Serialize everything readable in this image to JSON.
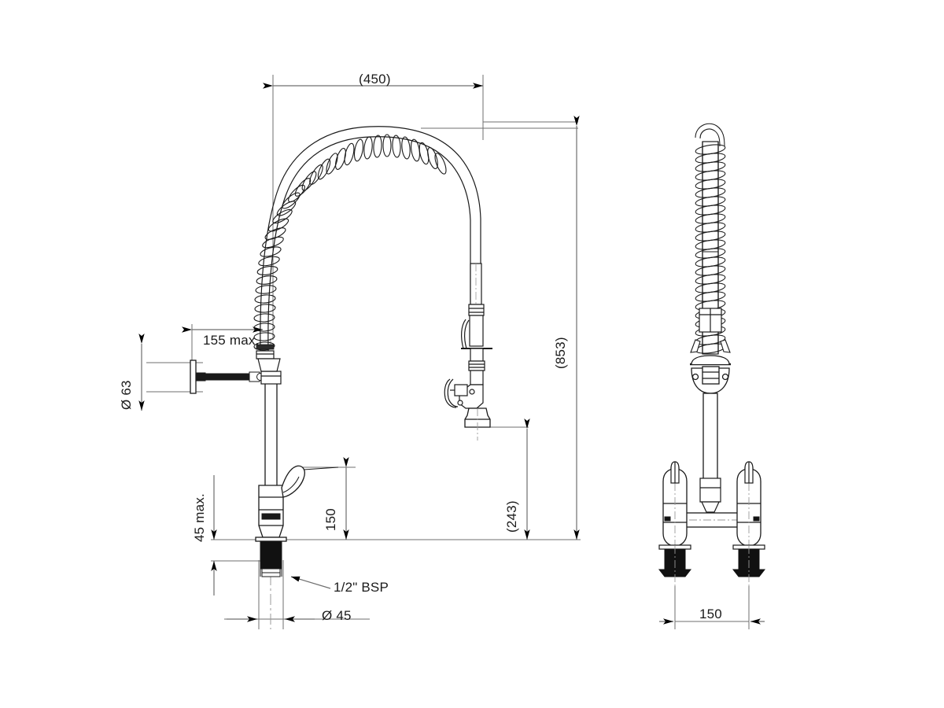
{
  "drawing": {
    "type": "technical-dimension-drawing",
    "subject": "Pre-rinse spray unit with exposed spring hose, deck mounted, two-hole",
    "views": [
      {
        "name": "front-elevation-view",
        "position": "left"
      },
      {
        "name": "side-elevation-view",
        "position": "right"
      }
    ],
    "line_color": "#1a1a1a",
    "dimension_line_color": "#6f6f6f",
    "arrow_color": "#000000",
    "background_color": "#ffffff"
  },
  "dimensions": {
    "reach_horizontal": "(450)",
    "overall_height": "(853)",
    "spout_height": "(243)",
    "bracket_offset": "155 max.",
    "bracket_plate_diameter": "Ø 63",
    "handle_height": "150",
    "deck_thickness": "45 max.",
    "inlet_thread": "1/2\" BSP",
    "shank_diameter": "Ø 45",
    "inlet_centres": "150"
  }
}
